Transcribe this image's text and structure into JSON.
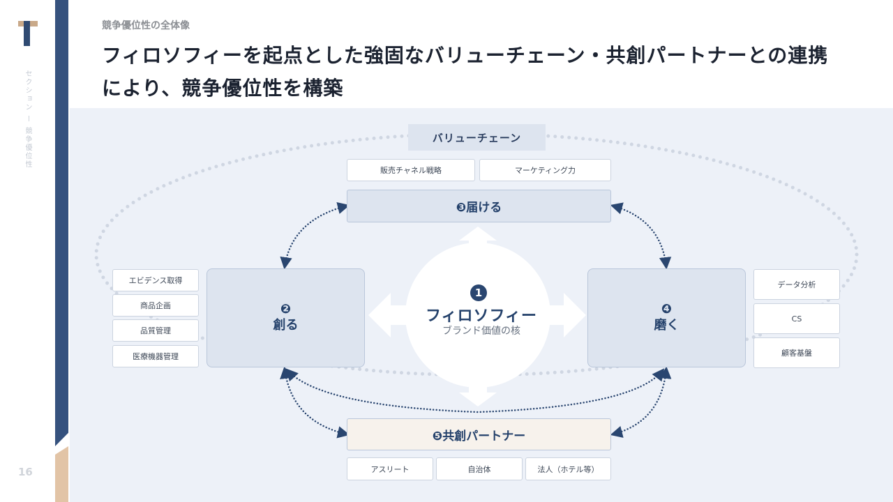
{
  "sidebar": {
    "nav_text": "セクション ー 競争優位性",
    "page_number": "16"
  },
  "header": {
    "section_label": "競争優位性の全体像",
    "title": "フィロソフィーを起点とした強固なバリューチェーン・共創パートナーとの連携により、競争優位性を構築"
  },
  "diagram": {
    "value_chain_label": "バリューチェーン",
    "core": {
      "number": "1",
      "name": "フィロソフィー",
      "subtitle": "ブランド価値の核"
    },
    "create": {
      "number": "2",
      "name": "創る",
      "items": [
        "エビデンス取得",
        "商品企画",
        "品質管理",
        "医療機器管理"
      ]
    },
    "deliver": {
      "label": "❸届ける",
      "items": [
        "販売チャネル戦略",
        "マーケティング力"
      ]
    },
    "polish": {
      "number": "4",
      "name": "磨く",
      "items": [
        "データ分析",
        "CS",
        "顧客基盤"
      ]
    },
    "partner": {
      "label": "❺共創パートナー",
      "items": [
        "アスリート",
        "自治体",
        "法人（ホテル等）"
      ]
    }
  },
  "colors": {
    "rail_blue": "#36527e",
    "rail_beige": "#e2c4a6",
    "panel_bg": "#edf1f8",
    "stage_fill": "#dde4ef",
    "partner_fill": "#f7f2ec",
    "accent_navy": "#24416b"
  }
}
